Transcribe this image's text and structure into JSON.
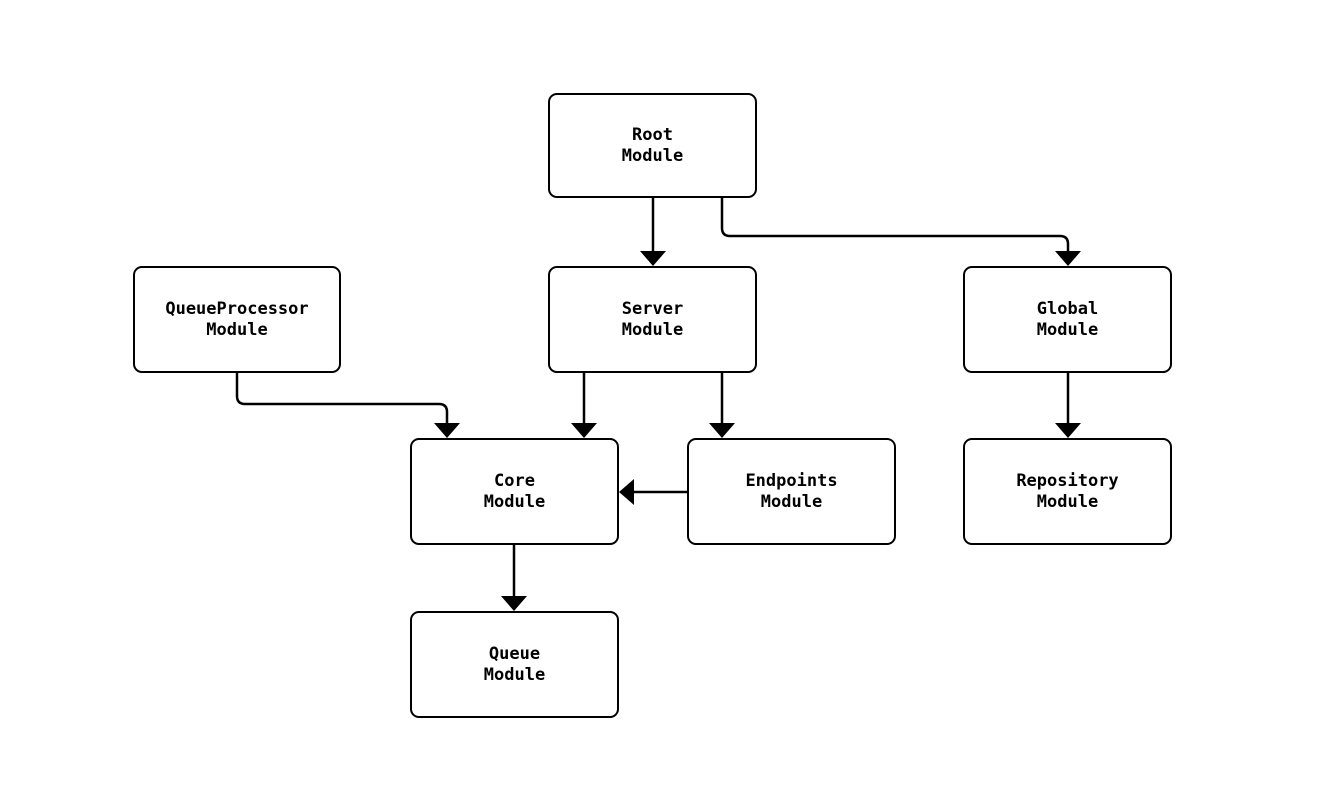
{
  "diagram": {
    "type": "module-dependency-flowchart",
    "background_color": "#ffffff",
    "stroke_color": "#000000",
    "node_fill_color": "#ffffff",
    "text_color": "#000000",
    "nodes": {
      "root": {
        "line1": "Root",
        "line2": "Module"
      },
      "queue_processor": {
        "line1": "QueueProcessor",
        "line2": "Module"
      },
      "server": {
        "line1": "Server",
        "line2": "Module"
      },
      "global": {
        "line1": "Global",
        "line2": "Module"
      },
      "core": {
        "line1": "Core",
        "line2": "Module"
      },
      "endpoints": {
        "line1": "Endpoints",
        "line2": "Module"
      },
      "repository": {
        "line1": "Repository",
        "line2": "Module"
      },
      "queue": {
        "line1": "Queue",
        "line2": "Module"
      }
    },
    "edges": [
      {
        "from": "Root Module",
        "to": "Server Module"
      },
      {
        "from": "Root Module",
        "to": "Global Module"
      },
      {
        "from": "QueueProcessor Module",
        "to": "Core Module"
      },
      {
        "from": "Server Module",
        "to": "Core Module"
      },
      {
        "from": "Server Module",
        "to": "Endpoints Module"
      },
      {
        "from": "Endpoints Module",
        "to": "Core Module"
      },
      {
        "from": "Global Module",
        "to": "Repository Module"
      },
      {
        "from": "Core Module",
        "to": "Queue Module"
      }
    ]
  }
}
